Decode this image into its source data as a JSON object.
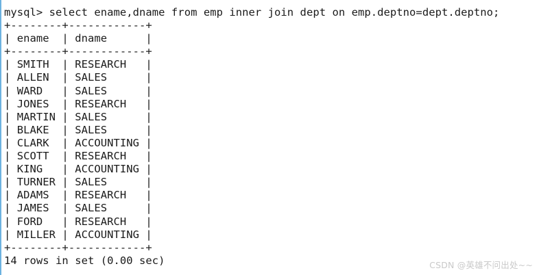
{
  "terminal": {
    "prompt_line": "mysql> select ename,dname from emp inner join dept on emp.deptno=dept.deptno;",
    "prompt_symbol": "mysql>",
    "query": "select ename,dname from emp inner join dept on emp.deptno=dept.deptno;",
    "rule_top": "+--------+------------+",
    "rule_mid": "+--------+------------+",
    "rule_bottom": "+--------+------------+",
    "header_line": "| ename  | dname      |",
    "columns": [
      "ename",
      "dname"
    ],
    "rows": [
      {
        "line": "| SMITH  | RESEARCH   |",
        "ename": "SMITH",
        "dname": "RESEARCH"
      },
      {
        "line": "| ALLEN  | SALES      |",
        "ename": "ALLEN",
        "dname": "SALES"
      },
      {
        "line": "| WARD   | SALES      |",
        "ename": "WARD",
        "dname": "SALES"
      },
      {
        "line": "| JONES  | RESEARCH   |",
        "ename": "JONES",
        "dname": "RESEARCH"
      },
      {
        "line": "| MARTIN | SALES      |",
        "ename": "MARTIN",
        "dname": "SALES"
      },
      {
        "line": "| BLAKE  | SALES      |",
        "ename": "BLAKE",
        "dname": "SALES"
      },
      {
        "line": "| CLARK  | ACCOUNTING |",
        "ename": "CLARK",
        "dname": "ACCOUNTING"
      },
      {
        "line": "| SCOTT  | RESEARCH   |",
        "ename": "SCOTT",
        "dname": "RESEARCH"
      },
      {
        "line": "| KING   | ACCOUNTING |",
        "ename": "KING",
        "dname": "ACCOUNTING"
      },
      {
        "line": "| TURNER | SALES      |",
        "ename": "TURNER",
        "dname": "SALES"
      },
      {
        "line": "| ADAMS  | RESEARCH   |",
        "ename": "ADAMS",
        "dname": "RESEARCH"
      },
      {
        "line": "| JAMES  | SALES      |",
        "ename": "JAMES",
        "dname": "SALES"
      },
      {
        "line": "| FORD   | RESEARCH   |",
        "ename": "FORD",
        "dname": "RESEARCH"
      },
      {
        "line": "| MILLER | ACCOUNTING |",
        "ename": "MILLER",
        "dname": "ACCOUNTING"
      }
    ],
    "result_status": "14 rows in set (0.00 sec)",
    "row_count": 14,
    "elapsed": "0.00 sec"
  },
  "watermark": {
    "text": "CSDN @英雄不问出处~~"
  },
  "colors": {
    "background": "#ffffff",
    "text": "#1a1a1a",
    "accent_border": "#6cb2e0",
    "watermark": "#c9c9c9"
  }
}
